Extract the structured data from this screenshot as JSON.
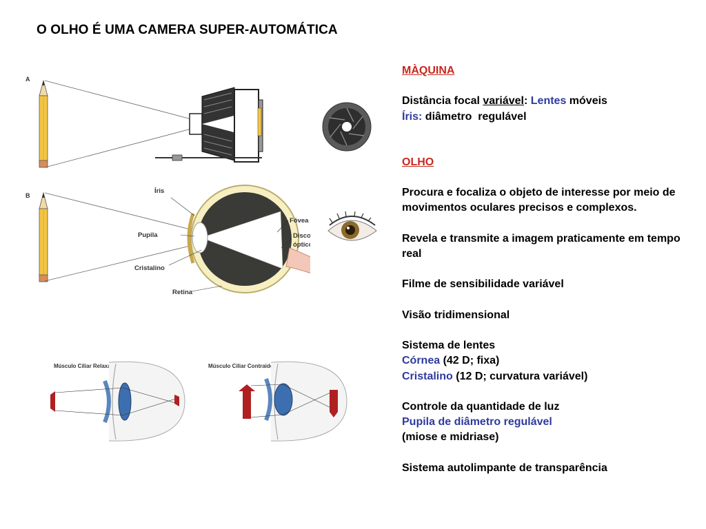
{
  "title": "O OLHO É UMA CAMERA SUPER-AUTOMÁTICA",
  "diagram": {
    "label_a": "A",
    "label_b": "B",
    "eye_labels": {
      "iris": "Íris",
      "pupila": "Pupila",
      "cristalino": "Cristalino",
      "retina": "Retina",
      "fovea": "Fóvea",
      "disco1": "Disco",
      "disco2": "óptico"
    },
    "ciliary_relaxed": "Músculo Ciliar Relaxado",
    "ciliary_contracted": "Músculo Ciliar Contraido"
  },
  "maquina": {
    "heading": "MÀQUINA",
    "focal_prefix": "Distância focal ",
    "focal_var": "variável",
    "focal_colon": ": ",
    "focal_lentes": "Lentes",
    "focal_moveis": " móveis",
    "iris_label": "Íris:",
    "iris_text": " diâmetro  regulável"
  },
  "olho": {
    "heading": "OLHO",
    "p1": "Procura e focaliza o objeto de interesse por meio de movimentos oculares precisos e complexos.",
    "p2": "Revela e transmite a imagem praticamente em tempo real",
    "p3": "Filme de sensibilidade variável",
    "p4": "Visão tridimensional",
    "lentes_title": "Sistema de lentes",
    "cornea_label": "Córnea",
    "cornea_text": " (42 D; fixa)",
    "cristalino_label": "Cristalino",
    "cristalino_text": " (12 D; curvatura variável)",
    "luz_title": "Controle da quantidade de luz",
    "pupila_text": "Pupila de diâmetro regulável",
    "miose_text": "(miose e midriase)",
    "p_last": "Sistema autolimpante de transparência"
  }
}
